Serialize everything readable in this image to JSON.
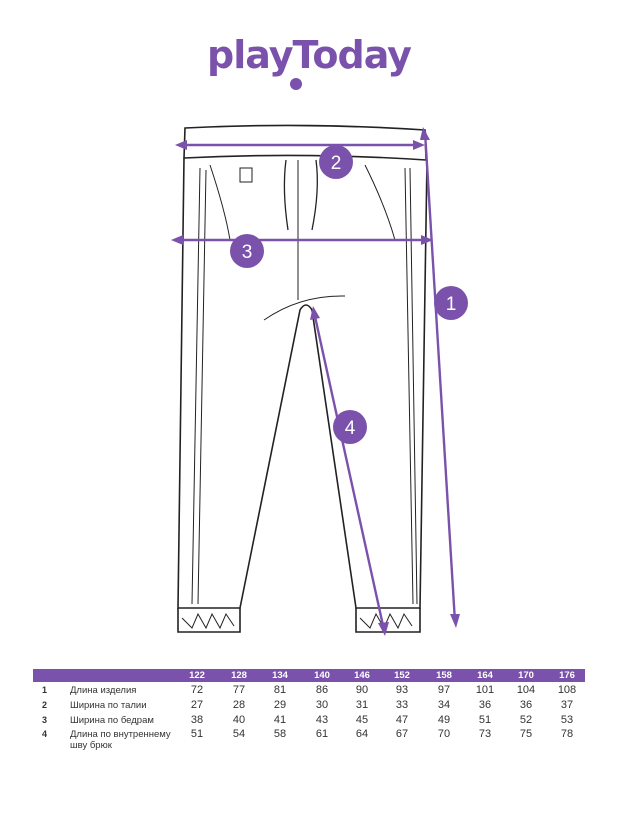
{
  "brand": {
    "logo_text": "playToday",
    "accent": "#7B52AB"
  },
  "markers": [
    "1",
    "2",
    "3",
    "4"
  ],
  "table": {
    "sizes": [
      "122",
      "128",
      "134",
      "140",
      "146",
      "152",
      "158",
      "164",
      "170",
      "176"
    ],
    "rows": [
      {
        "num": "1",
        "label": "Длина изделия",
        "values": [
          "72",
          "77",
          "81",
          "86",
          "90",
          "93",
          "97",
          "101",
          "104",
          "108"
        ]
      },
      {
        "num": "2",
        "label": "Ширина по талии",
        "values": [
          "27",
          "28",
          "29",
          "30",
          "31",
          "33",
          "34",
          "36",
          "36",
          "37"
        ]
      },
      {
        "num": "3",
        "label": "Ширина по бедрам",
        "values": [
          "38",
          "40",
          "41",
          "43",
          "45",
          "47",
          "49",
          "51",
          "52",
          "53"
        ]
      },
      {
        "num": "4",
        "label": "Длина по внутреннему шву брюк",
        "values": [
          "51",
          "54",
          "58",
          "61",
          "64",
          "67",
          "70",
          "73",
          "75",
          "78"
        ]
      }
    ]
  }
}
